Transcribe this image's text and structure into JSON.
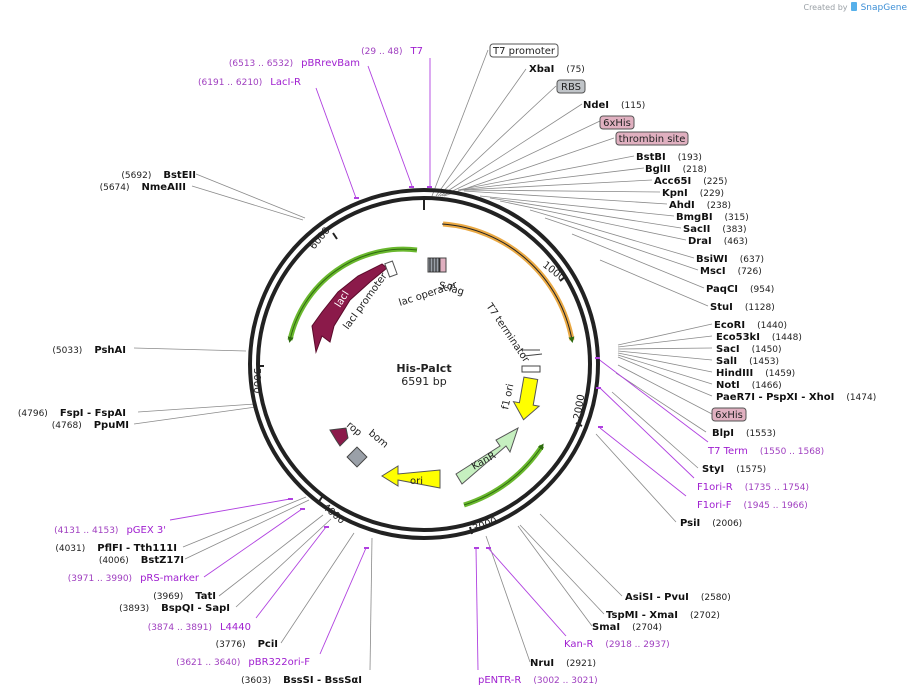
{
  "credit": {
    "prefix": "Created by",
    "brand": "SnapGene"
  },
  "plasmid": {
    "name": "His-PaIct",
    "length_label": "6591 bp",
    "length": 6591
  },
  "colors": {
    "backbone": "#222222",
    "enzyme_line": "#8a8a8a",
    "primer_line": "#b040e0",
    "primer_text": "#a020d0",
    "primer_coord": "#a040c0",
    "green_arrow": "#6ab82e",
    "orange_arrow": "#e8a030",
    "lacI": "#8b1a4a",
    "rop": "#8b1a4a",
    "kanR": "#c6f0c0",
    "yellow": "#ffff00",
    "bom": "#9aa0a8",
    "pink_box": "#e0b0c0"
  },
  "ruler": [
    "1000",
    "2000",
    "3000",
    "4000",
    "5000",
    "6000"
  ],
  "enzymes_right": [
    {
      "name": "XbaI",
      "pos": "(75)"
    },
    {
      "name": "NdeI",
      "pos": "(115)"
    },
    {
      "name": "BstBI",
      "pos": "(193)"
    },
    {
      "name": "BglII",
      "pos": "(218)"
    },
    {
      "name": "Acc65I",
      "pos": "(225)"
    },
    {
      "name": "KpnI",
      "pos": "(229)"
    },
    {
      "name": "AhdI",
      "pos": "(238)"
    },
    {
      "name": "BmgBI",
      "pos": "(315)"
    },
    {
      "name": "SacII",
      "pos": "(383)"
    },
    {
      "name": "DraI",
      "pos": "(463)"
    },
    {
      "name": "BsiWI",
      "pos": "(637)"
    },
    {
      "name": "MscI",
      "pos": "(726)"
    },
    {
      "name": "PaqCI",
      "pos": "(954)"
    },
    {
      "name": "StuI",
      "pos": "(1128)"
    },
    {
      "name": "EcoRI",
      "pos": "(1440)"
    },
    {
      "name": "Eco53kI",
      "pos": "(1448)"
    },
    {
      "name": "SacI",
      "pos": "(1450)"
    },
    {
      "name": "SalI",
      "pos": "(1453)"
    },
    {
      "name": "HindIII",
      "pos": "(1459)"
    },
    {
      "name": "NotI",
      "pos": "(1466)"
    },
    {
      "name": "PaeR7I - PspXI - XhoI",
      "pos": "(1474)"
    },
    {
      "name": "BlpI",
      "pos": "(1553)"
    },
    {
      "name": "StyI",
      "pos": "(1575)"
    },
    {
      "name": "PsiI",
      "pos": "(2006)"
    },
    {
      "name": "AsiSI - PvuI",
      "pos": "(2580)"
    },
    {
      "name": "TspMI - XmaI",
      "pos": "(2702)"
    },
    {
      "name": "SmaI",
      "pos": "(2704)"
    },
    {
      "name": "NruI",
      "pos": "(2921)"
    }
  ],
  "enzymes_left": [
    {
      "name": "BstEII",
      "pos": "(5692)"
    },
    {
      "name": "NmeAIII",
      "pos": "(5674)"
    },
    {
      "name": "PshAI",
      "pos": "(5033)"
    },
    {
      "name": "FspI - FspAI",
      "pos": "(4796)"
    },
    {
      "name": "PpuMI",
      "pos": "(4768)"
    },
    {
      "name": "PflFI - Tth111I",
      "pos": "(4031)"
    },
    {
      "name": "BstZ17I",
      "pos": "(4006)"
    },
    {
      "name": "TatI",
      "pos": "(3969)"
    },
    {
      "name": "BspQI - SapI",
      "pos": "(3893)"
    },
    {
      "name": "PciI",
      "pos": "(3776)"
    },
    {
      "name": "BssSI - BssSαI",
      "pos": "(3603)"
    }
  ],
  "primers": [
    {
      "name": "pBRrevBam",
      "range": "(6513 .. 6532)"
    },
    {
      "name": "T7",
      "range": "(29 .. 48)"
    },
    {
      "name": "LacI-R",
      "range": "(6191 .. 6210)"
    },
    {
      "name": "T7 Term",
      "range": "(1550 .. 1568)"
    },
    {
      "name": "F1ori-R",
      "range": "(1735 .. 1754)"
    },
    {
      "name": "F1ori-F",
      "range": "(1945 .. 1966)"
    },
    {
      "name": "pGEX 3'",
      "range": "(4131 .. 4153)"
    },
    {
      "name": "pRS-marker",
      "range": "(3971 .. 3990)"
    },
    {
      "name": "L4440",
      "range": "(3874 .. 3891)"
    },
    {
      "name": "pBR322ori-F",
      "range": "(3621 .. 3640)"
    },
    {
      "name": "Kan-R",
      "range": "(2918 .. 2937)"
    },
    {
      "name": "pENTR-R",
      "range": "(3002 .. 3021)"
    }
  ],
  "boxed_features": [
    {
      "name": "T7 promoter"
    },
    {
      "name": "RBS"
    },
    {
      "name": "6xHis"
    },
    {
      "name": "thrombin site"
    },
    {
      "name": "6xHis"
    }
  ],
  "inner_features": [
    {
      "name": "lacI"
    },
    {
      "name": "lacI promoter"
    },
    {
      "name": "lac operator"
    },
    {
      "name": "S-Tag"
    },
    {
      "name": "T7 terminator"
    },
    {
      "name": "f1 ori"
    },
    {
      "name": "KanR"
    },
    {
      "name": "ori"
    },
    {
      "name": "rop"
    },
    {
      "name": "bom"
    }
  ]
}
